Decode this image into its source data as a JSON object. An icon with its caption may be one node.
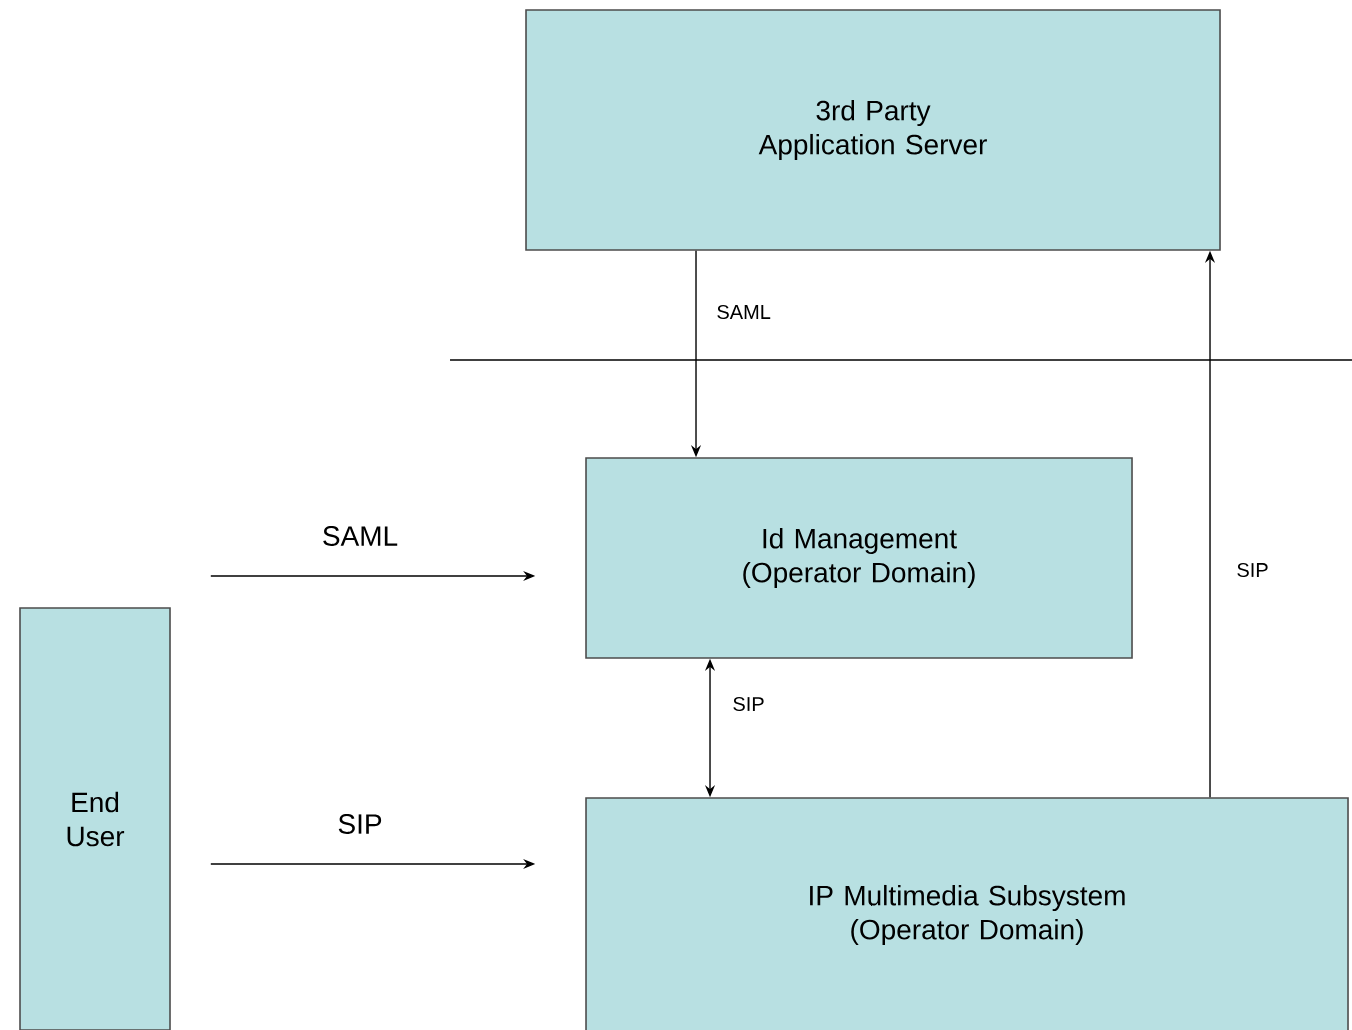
{
  "diagram": {
    "nodes": [
      {
        "text": [
          "3rd Party Application Server"
        ]
      },
      {
        "text": [
          "Id Management (Operator Domain)"
        ]
      },
      {
        "text": [
          "IP Multimedia Subsystem (Operator Domain)"
        ]
      },
      {
        "text": [
          "End User"
        ]
      }
    ],
    "edges": [
      {
        "from": 0,
        "to": 1,
        "arrow": "to",
        "label": "SAML"
      },
      {
        "from": 3,
        "to": 1,
        "arrow": "to",
        "label": "SAML"
      },
      {
        "from": 1,
        "to": 2,
        "arrow": "both",
        "label": "SIP"
      },
      {
        "from": 3,
        "to": 2,
        "arrow": "to",
        "label": "SIP"
      },
      {
        "from": 2,
        "to": 0,
        "arrow": "to",
        "label": "SIP"
      }
    ]
  }
}
